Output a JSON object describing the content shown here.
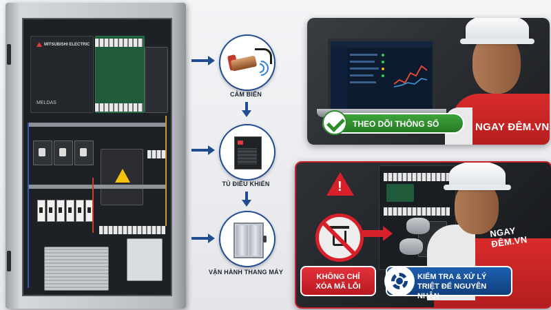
{
  "cabinet": {
    "plc_brand": "MITSUBISHI ELECTRIC",
    "plc_model": "MELDAS"
  },
  "flow": {
    "steps": [
      {
        "label": "CẢM BIẾN",
        "icon": "proximity-sensor-icon"
      },
      {
        "label": "TỦ ĐIỀU KHIỂN",
        "icon": "control-cabinet-icon"
      },
      {
        "label": "VẬN HÀNH THANG MÁY",
        "icon": "elevator-icon"
      }
    ],
    "arrow_color": "#1f4d8f"
  },
  "panel_top": {
    "badge_text": "THEO DÕI THÔNG SỐ",
    "badge_color": "#2f8f2c",
    "shirt_text": "NGAY ĐÊM.VN",
    "icons": [
      "laptop-dashboard-icon",
      "check-icon",
      "hard-hat-icon"
    ]
  },
  "panel_bottom": {
    "left_badge": {
      "line1": "KHÔNG CHỈ",
      "line2": "XÓA MÃ LỖI",
      "color": "#c8202a"
    },
    "right_badge": {
      "line1": "KIỂM TRA & XỬ LÝ",
      "line2": "TRIỆT ĐỂ NGUYÊN NHÂN",
      "color": "#1a56a0"
    },
    "shirt_text": "NGAY ĐÊM.VN",
    "icons": [
      "warning-triangle-icon",
      "no-trash-icon",
      "gear-icon"
    ]
  }
}
